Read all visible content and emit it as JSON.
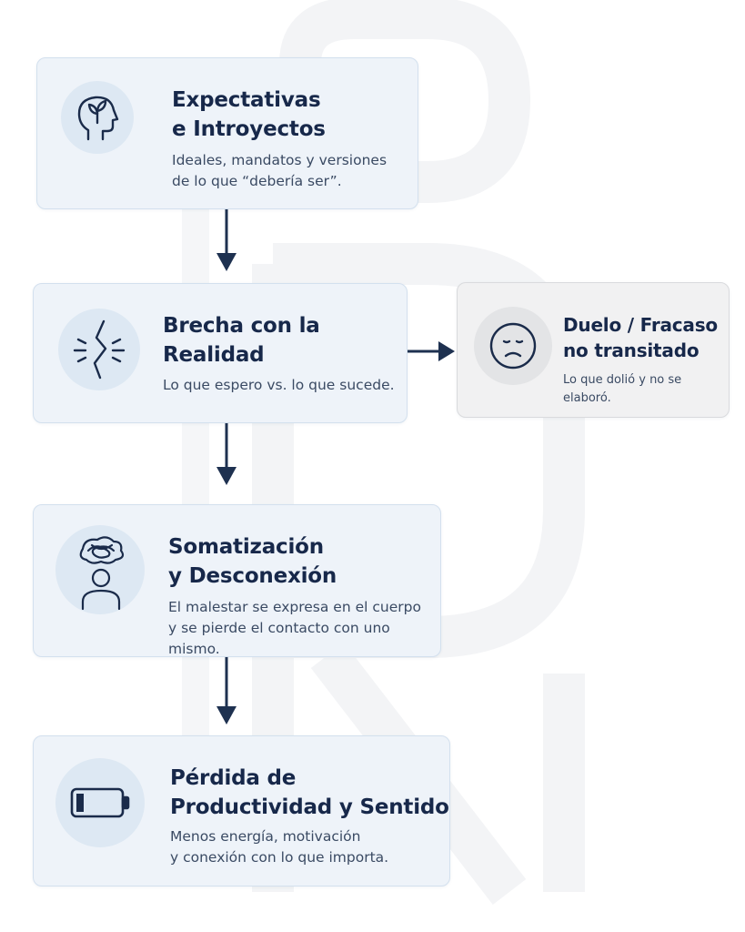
{
  "steps": [
    {
      "id": "expectativas",
      "title": "Expectativas\ne Introyectos",
      "desc": "Ideales, mandatos y versiones\nde lo que “debería ser”.",
      "icon": "head-plant-icon"
    },
    {
      "id": "brecha",
      "title": "Brecha con la\nRealidad",
      "desc": "Lo que espero vs. lo que sucede.",
      "icon": "crack-icon"
    },
    {
      "id": "somatizacion",
      "title": "Somatización\ny Desconexión",
      "desc": "El malestar se expresa en el cuerpo\ny se pierde el contacto con uno mismo.",
      "icon": "tangled-thoughts-person-icon"
    },
    {
      "id": "perdida",
      "title": "Pérdida de\nProductividad y Sentido",
      "desc": "Menos energía, motivación\ny conexión con lo que importa.",
      "icon": "low-battery-icon"
    }
  ],
  "side": {
    "id": "duelo",
    "title": "Duelo / Fracaso\nno transitado",
    "desc": "Lo que dolió y no se elaboró.",
    "icon": "sad-face-icon"
  },
  "colors": {
    "card_bg": "#eef3f9",
    "card_border": "#d3e0ee",
    "side_bg": "#f1f1f2",
    "ink": "#17284a",
    "arrow": "#1e3150"
  }
}
